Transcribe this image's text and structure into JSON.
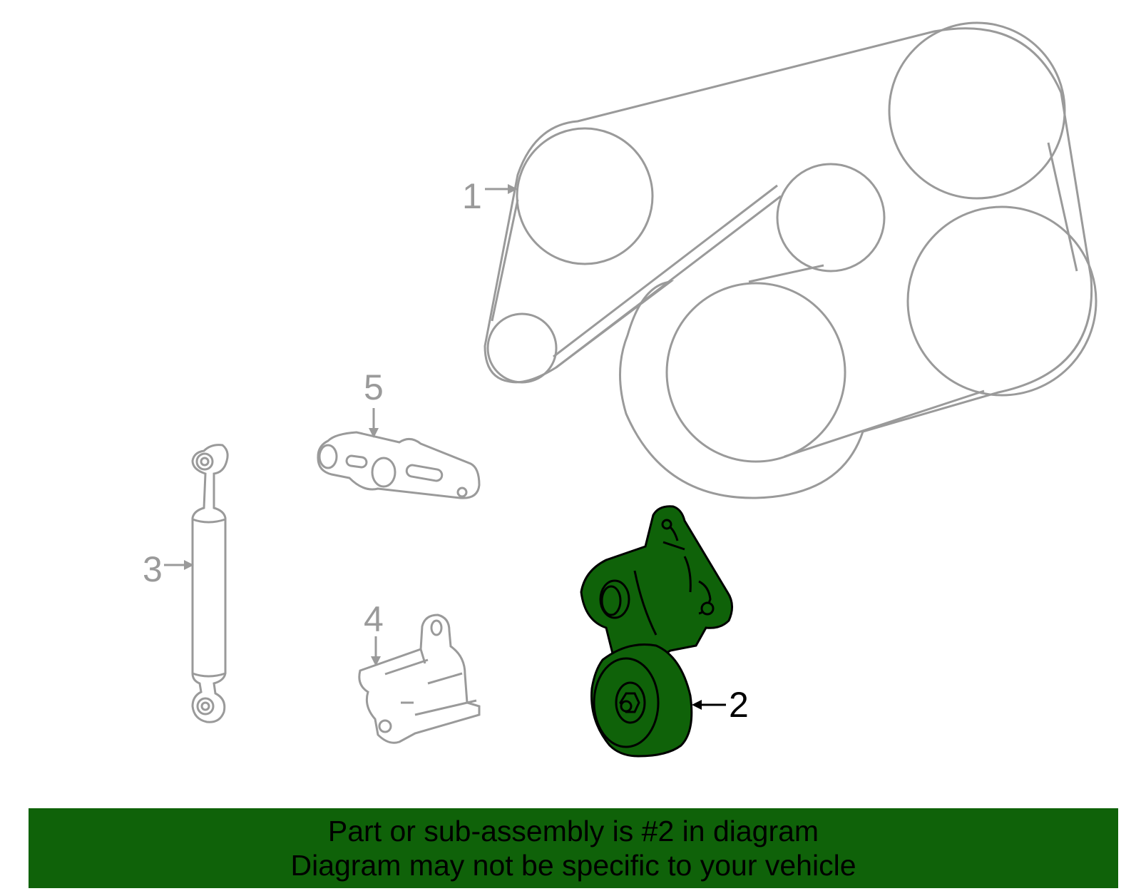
{
  "diagram": {
    "callouts": [
      {
        "number": "1",
        "part": "belt-assembly"
      },
      {
        "number": "2",
        "part": "belt-tensioner"
      },
      {
        "number": "3",
        "part": "damper-rod"
      },
      {
        "number": "4",
        "part": "mounting-bracket"
      },
      {
        "number": "5",
        "part": "tensioner-bracket"
      }
    ],
    "highlight_callout": "2"
  },
  "banner": {
    "line1": "Part or sub-assembly is #2 in diagram",
    "line2": "Diagram may not be specific to your vehicle"
  },
  "colors": {
    "highlight": "#0f6209",
    "line": "#9a9a9a",
    "banner_bg": "#0f6209"
  }
}
